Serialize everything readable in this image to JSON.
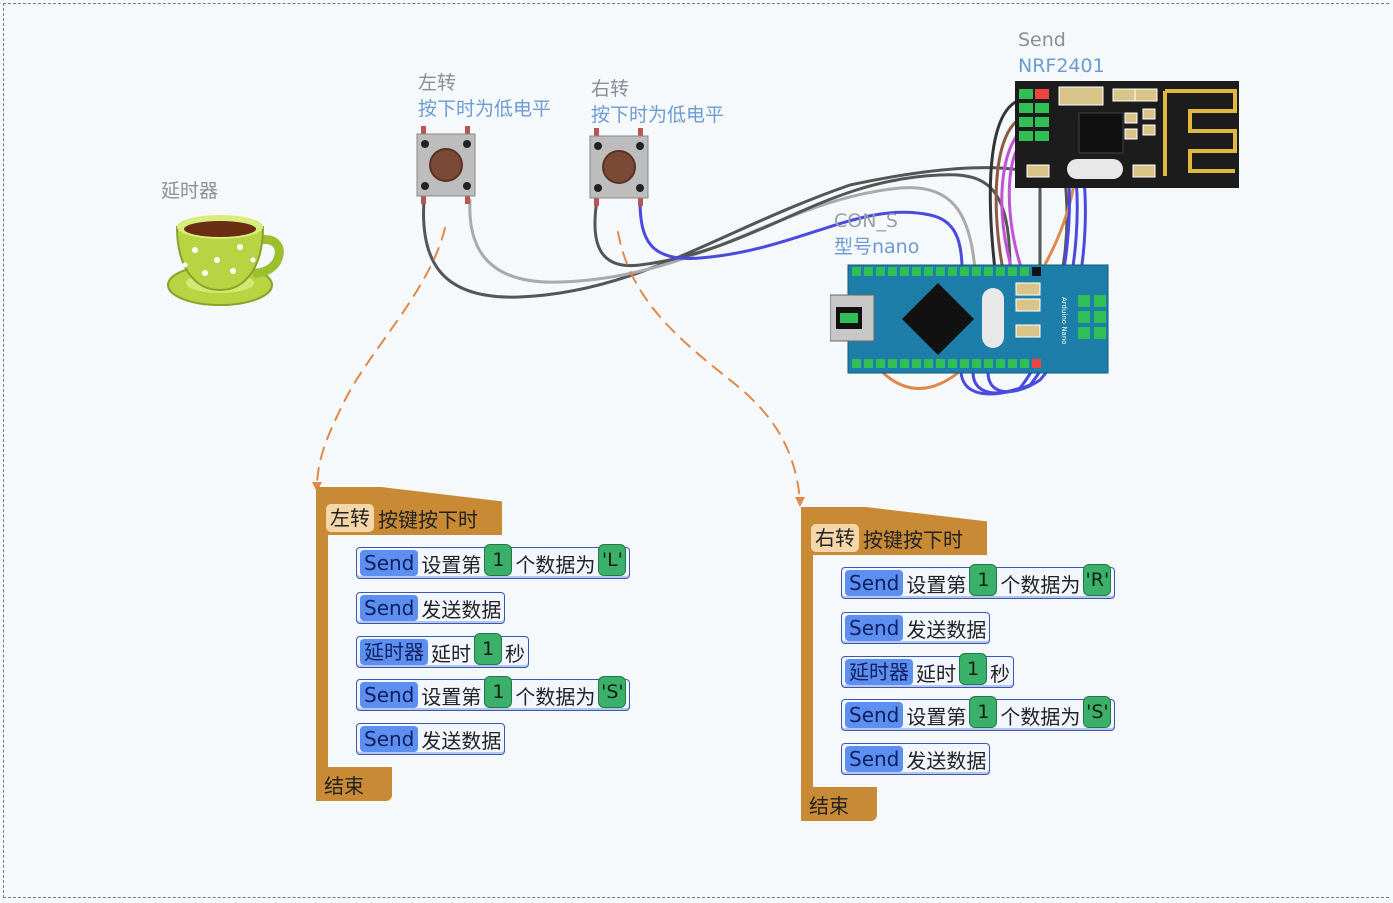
{
  "delay_component": {
    "label": "延时器"
  },
  "left_button": {
    "name": "左转",
    "note": "按下时为低电平"
  },
  "right_button": {
    "name": "右转",
    "note": "按下时为低电平"
  },
  "radio_module": {
    "name": "Send",
    "model": "NRF2401"
  },
  "controller": {
    "name": "CON_S",
    "model": "型号nano",
    "board_text": "Arduino Nano"
  },
  "left_block": {
    "hat_tag": "左转",
    "hat_text": "按键按下时",
    "rows": [
      {
        "tag": "Send",
        "t1": "设置第",
        "num": "1",
        "t2": "个数据为",
        "val": "'L'"
      },
      {
        "tag": "Send",
        "t1": "发送数据"
      },
      {
        "tag": "延时器",
        "t1": "延时",
        "num": "1",
        "t2": "秒"
      },
      {
        "tag": "Send",
        "t1": "设置第",
        "num": "1",
        "t2": "个数据为",
        "val": "'S'"
      },
      {
        "tag": "Send",
        "t1": "发送数据"
      }
    ],
    "end": "结束"
  },
  "right_block": {
    "hat_tag": "右转",
    "hat_text": "按键按下时",
    "rows": [
      {
        "tag": "Send",
        "t1": "设置第",
        "num": "1",
        "t2": "个数据为",
        "val": "'R'"
      },
      {
        "tag": "Send",
        "t1": "发送数据"
      },
      {
        "tag": "延时器",
        "t1": "延时",
        "num": "1",
        "t2": "秒"
      },
      {
        "tag": "Send",
        "t1": "设置第",
        "num": "1",
        "t2": "个数据为",
        "val": "'S'"
      },
      {
        "tag": "Send",
        "t1": "发送数据"
      }
    ],
    "end": "结束"
  },
  "colors": {
    "event_block": "#c98a35",
    "component_tag": "#5c8ff0",
    "number_slot": "#3bb06a",
    "connector_dash": "#e0894a"
  }
}
